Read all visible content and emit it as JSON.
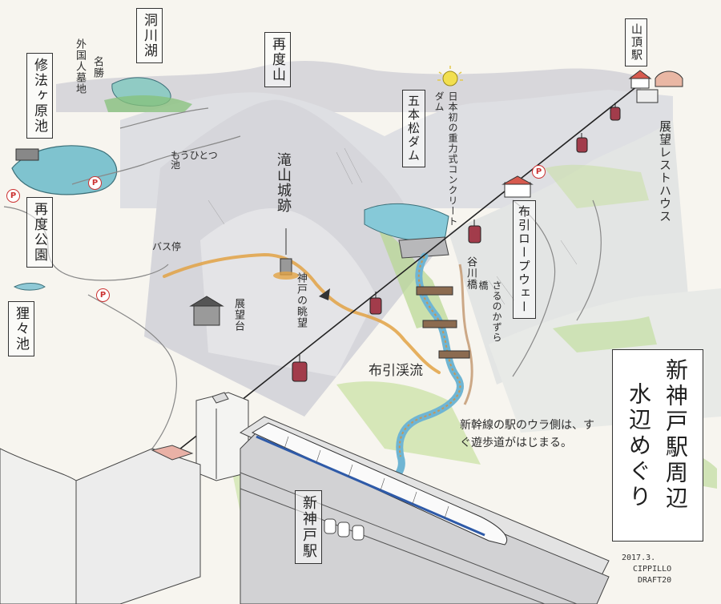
{
  "map": {
    "title": {
      "line1": "新神戸駅周辺",
      "line2": "水辺めぐり"
    },
    "labels": {
      "shuhogahara": "修法ヶ原池",
      "tokawako": "洞川湖",
      "saitaisan": "再度山",
      "sancho_eki": "山頂駅",
      "gaikokujin": "外国人墓地",
      "meisho": "名勝",
      "saitai_koen": "再度公園",
      "mouhitotsu": "もうひとつ池",
      "takiyamajo": "滝山城跡",
      "bus_stop": "バス停",
      "tanuki": "狸々池",
      "tenbodai": "展望台",
      "kobe_chobodai": "神戸の眺望",
      "nunobiki_keiryu": "布引渓流",
      "nunobiki_ropeway": "布引ロープウェー",
      "tenbo_rest": "展望レストハウス",
      "gohonmatsu": "五本松ダム",
      "dam_note": "日本初の重力式コンクリートダム",
      "tanigawa": "谷川橋",
      "saruno_kazura": "さるのかずら橋",
      "shinkobe_station": "新神戸駅",
      "note": "新幹線の駅のウラ側は、すぐ遊歩道がはじまる。",
      "parking": "P"
    },
    "signature": {
      "date": "2017.3.",
      "line1": "CIPPILLO",
      "line2": "DRAFT20"
    }
  }
}
